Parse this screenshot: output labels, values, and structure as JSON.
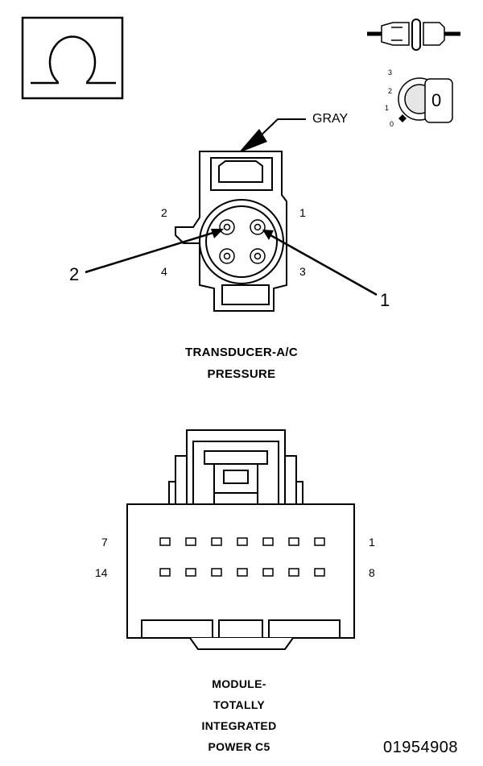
{
  "transducer": {
    "wire_color": "GRAY",
    "cavity_numbers": {
      "top_left": "2",
      "top_right": "1",
      "bottom_left": "4",
      "bottom_right": "3"
    },
    "callouts": {
      "left": "2",
      "right": "1"
    },
    "title_line1": "TRANSDUCER-A/C",
    "title_line2": "PRESSURE"
  },
  "ignition_positions": [
    "3",
    "2",
    "1",
    "0"
  ],
  "ignition_key_label": "0",
  "module": {
    "pin_labels": {
      "row1_left": "7",
      "row1_right": "1",
      "row2_left": "14",
      "row2_right": "8"
    },
    "title_lines": [
      "MODULE-",
      "TOTALLY",
      "INTEGRATED",
      "POWER C5"
    ]
  },
  "figure_id": "01954908"
}
